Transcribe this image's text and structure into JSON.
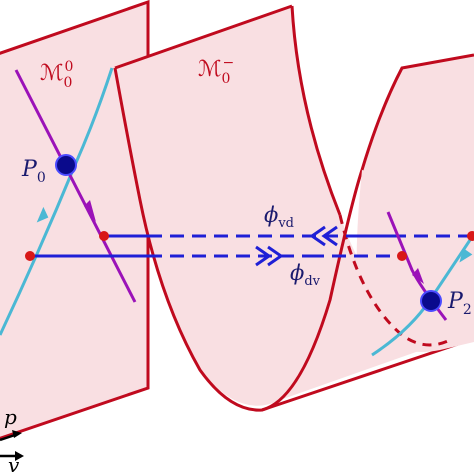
{
  "labels": {
    "manifold_left": "ℳ",
    "manifold_left_sub": "0",
    "manifold_left_sup": "0",
    "manifold_middle": "ℳ",
    "manifold_middle_sub": "0",
    "manifold_middle_sup": "−",
    "point_p0": "P",
    "point_p0_sub": "0",
    "point_p2": "P",
    "point_p2_sub": "2",
    "connection_upper": "ϕ",
    "connection_upper_sub": "vd",
    "connection_lower": "ϕ",
    "connection_lower_sub": "dv",
    "axis_p": "p",
    "axis_v": "v"
  },
  "colors": {
    "surface_fill": "#f9dfe2",
    "surface_edge": "#c00a1e",
    "cyan_orbit": "#4bb8d4",
    "purple_orbit": "#9b12b8",
    "connection": "#1f1fd6",
    "fixed_point": "#0a0a8c",
    "red_point": "#d81818"
  }
}
